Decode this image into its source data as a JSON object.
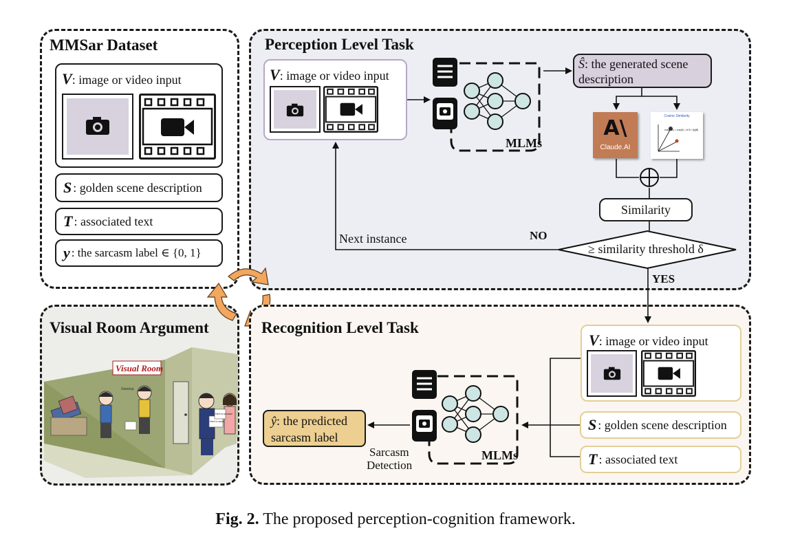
{
  "dataset": {
    "title": "MMSar Dataset",
    "v_symbol": "V",
    "v_text": ": image or video input",
    "s_symbol": "S",
    "s_text": ": golden scene description",
    "t_symbol": "T",
    "t_text": ": associated text",
    "y_symbol": "y",
    "y_text": ": the sarcasm label ∈ {0, 1}"
  },
  "perception": {
    "title": "Perception Level Task",
    "v_symbol": "V",
    "v_text": ": image or video input",
    "mlms_label": "MLMs",
    "generated_symbol": "Ŝ",
    "generated_text": ": the generated scene description",
    "claude_text": "Claude.AI",
    "cosine_title": "Cosine Similarity",
    "cosine_formula": "cos(A,B) = cos(θ) = A·B / |A||B|",
    "similarity_label": "Similarity",
    "threshold_text": "≥ similarity threshold δ",
    "no_label": "NO",
    "yes_label": "YES",
    "next_instance": "Next instance"
  },
  "visual_room": {
    "title": "Visual Room Argument",
    "room_sign": "Visual Room",
    "bubble_text": "Standup",
    "paper_left": "Here is sarcasm",
    "paper_right": "Here is sarcasm"
  },
  "recognition": {
    "title": "Recognition Level Task",
    "v_symbol": "V",
    "v_text": ": image or video input",
    "s_symbol": "S",
    "s_text": ": golden scene description",
    "t_symbol": "T",
    "t_text": ": associated text",
    "mlms_label": "MLMs",
    "sarcasm_detection_1": "Sarcasm",
    "sarcasm_detection_2": "Detection",
    "pred_symbol": "ŷ",
    "pred_line1": ": the predicted",
    "pred_line2": "sarcasm label"
  },
  "caption": {
    "prefix": "Fig. 2.",
    "text": " The proposed perception-cognition framework."
  },
  "colors": {
    "perception_bg": "#eceef3",
    "recognition_bg": "#fbf6f1",
    "visual_room_bg": "#edeee9",
    "generated_box": "#d9d0de",
    "pred_box": "#eccf91",
    "gold_border": "#e3cf96",
    "purple_border": "#b7a6c6",
    "node_fill": "#cde6e4",
    "camera_bg": "#d8d2df",
    "cycle_orange": "#f2a65e"
  }
}
